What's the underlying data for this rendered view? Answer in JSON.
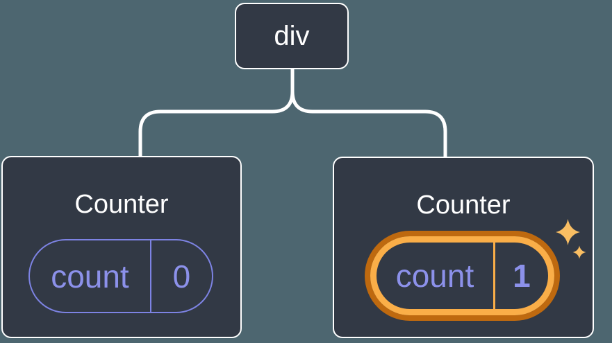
{
  "diagram": {
    "description": "Component tree: a div root element with two Counter children; the second Counter's state is highlighted as updated",
    "colors": {
      "background": "#4D6670",
      "node_fill": "#323945",
      "connector_and_border": "#FFFFFF",
      "state_purple_border": "#7D83E3",
      "state_purple_text": "#8C91EA",
      "highlight_orange_outer": "#BE690F",
      "highlight_orange_inner": "#FAAE48",
      "sparkle": "#F9BE63"
    },
    "root": {
      "label": "div"
    },
    "children": [
      {
        "title": "Counter",
        "state": {
          "key": "count",
          "value": "0"
        },
        "highlighted": false
      },
      {
        "title": "Counter",
        "state": {
          "key": "count",
          "value": "1"
        },
        "highlighted": true,
        "icon": "sparkles-icon"
      }
    ]
  }
}
